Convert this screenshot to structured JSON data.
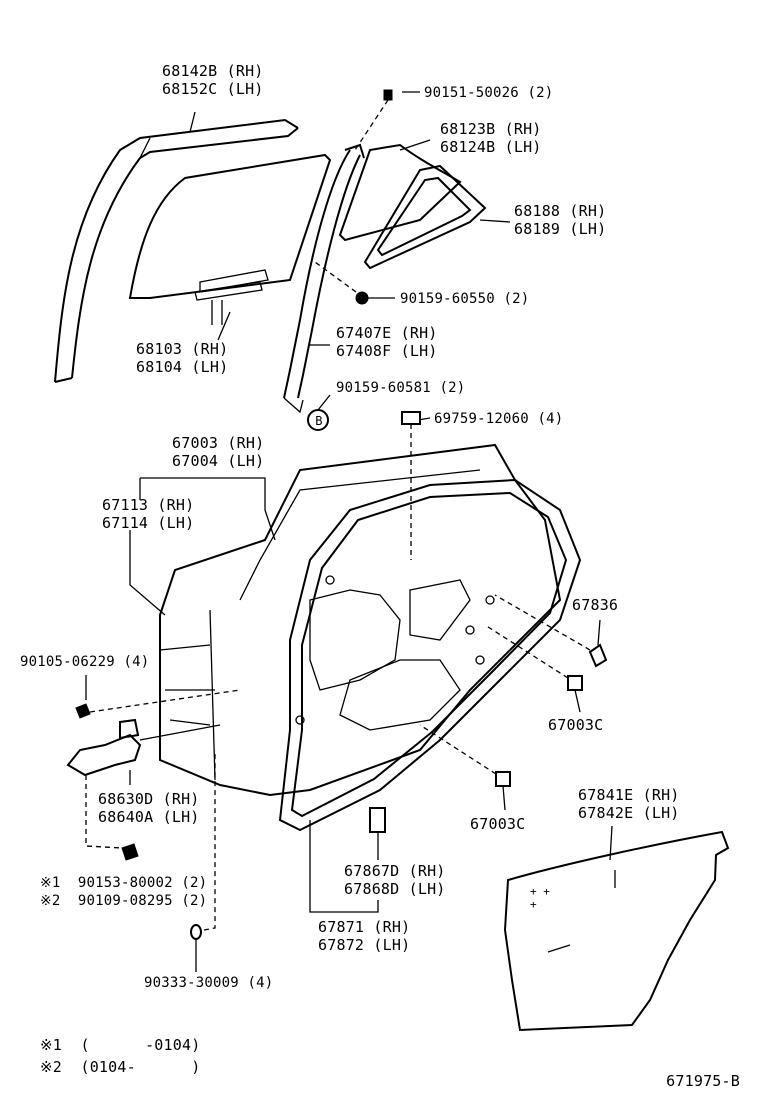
{
  "parts": {
    "p68142": {
      "l1": "68142B (RH)",
      "l2": "68152C (LH)"
    },
    "p90151": {
      "l1": "90151-50026 (2)"
    },
    "p68123": {
      "l1": "68123B (RH)",
      "l2": "68124B (LH)"
    },
    "p68188": {
      "l1": "68188 (RH)",
      "l2": "68189 (LH)"
    },
    "p90159a": {
      "l1": "90159-60550 (2)"
    },
    "p67407": {
      "l1": "67407E (RH)",
      "l2": "67408F (LH)"
    },
    "p68103": {
      "l1": "68103 (RH)",
      "l2": "68104 (LH)"
    },
    "p90159b": {
      "l1": "90159-60581 (2)"
    },
    "p69759": {
      "l1": "69759-12060 (4)"
    },
    "p67003": {
      "l1": "67003 (RH)",
      "l2": "67004 (LH)"
    },
    "p67113": {
      "l1": "67113 (RH)",
      "l2": "67114 (LH)"
    },
    "p67836": {
      "l1": "67836"
    },
    "p90105": {
      "l1": "90105-06229 (4)"
    },
    "p67003c1": {
      "l1": "67003C"
    },
    "p68630": {
      "l1": "68630D (RH)",
      "l2": "68640A (LH)"
    },
    "p67841": {
      "l1": "67841E (RH)",
      "l2": "67842E (LH)"
    },
    "p67003c2": {
      "l1": "67003C"
    },
    "p67867": {
      "l1": "67867D (RH)",
      "l2": "67868D (LH)"
    },
    "p90153": {
      "l1": "※1  90153-80002 (2)",
      "l2": "※2  90109-08295 (2)"
    },
    "p67871": {
      "l1": "67871 (RH)",
      "l2": "67872 (LH)"
    },
    "p90333": {
      "l1": "90333-30009 (4)"
    }
  },
  "callout_b": "B",
  "notes": {
    "n1": "※1  (      -0104)",
    "n2": "※2  (0104-      )"
  },
  "figure_id": "671975-B"
}
